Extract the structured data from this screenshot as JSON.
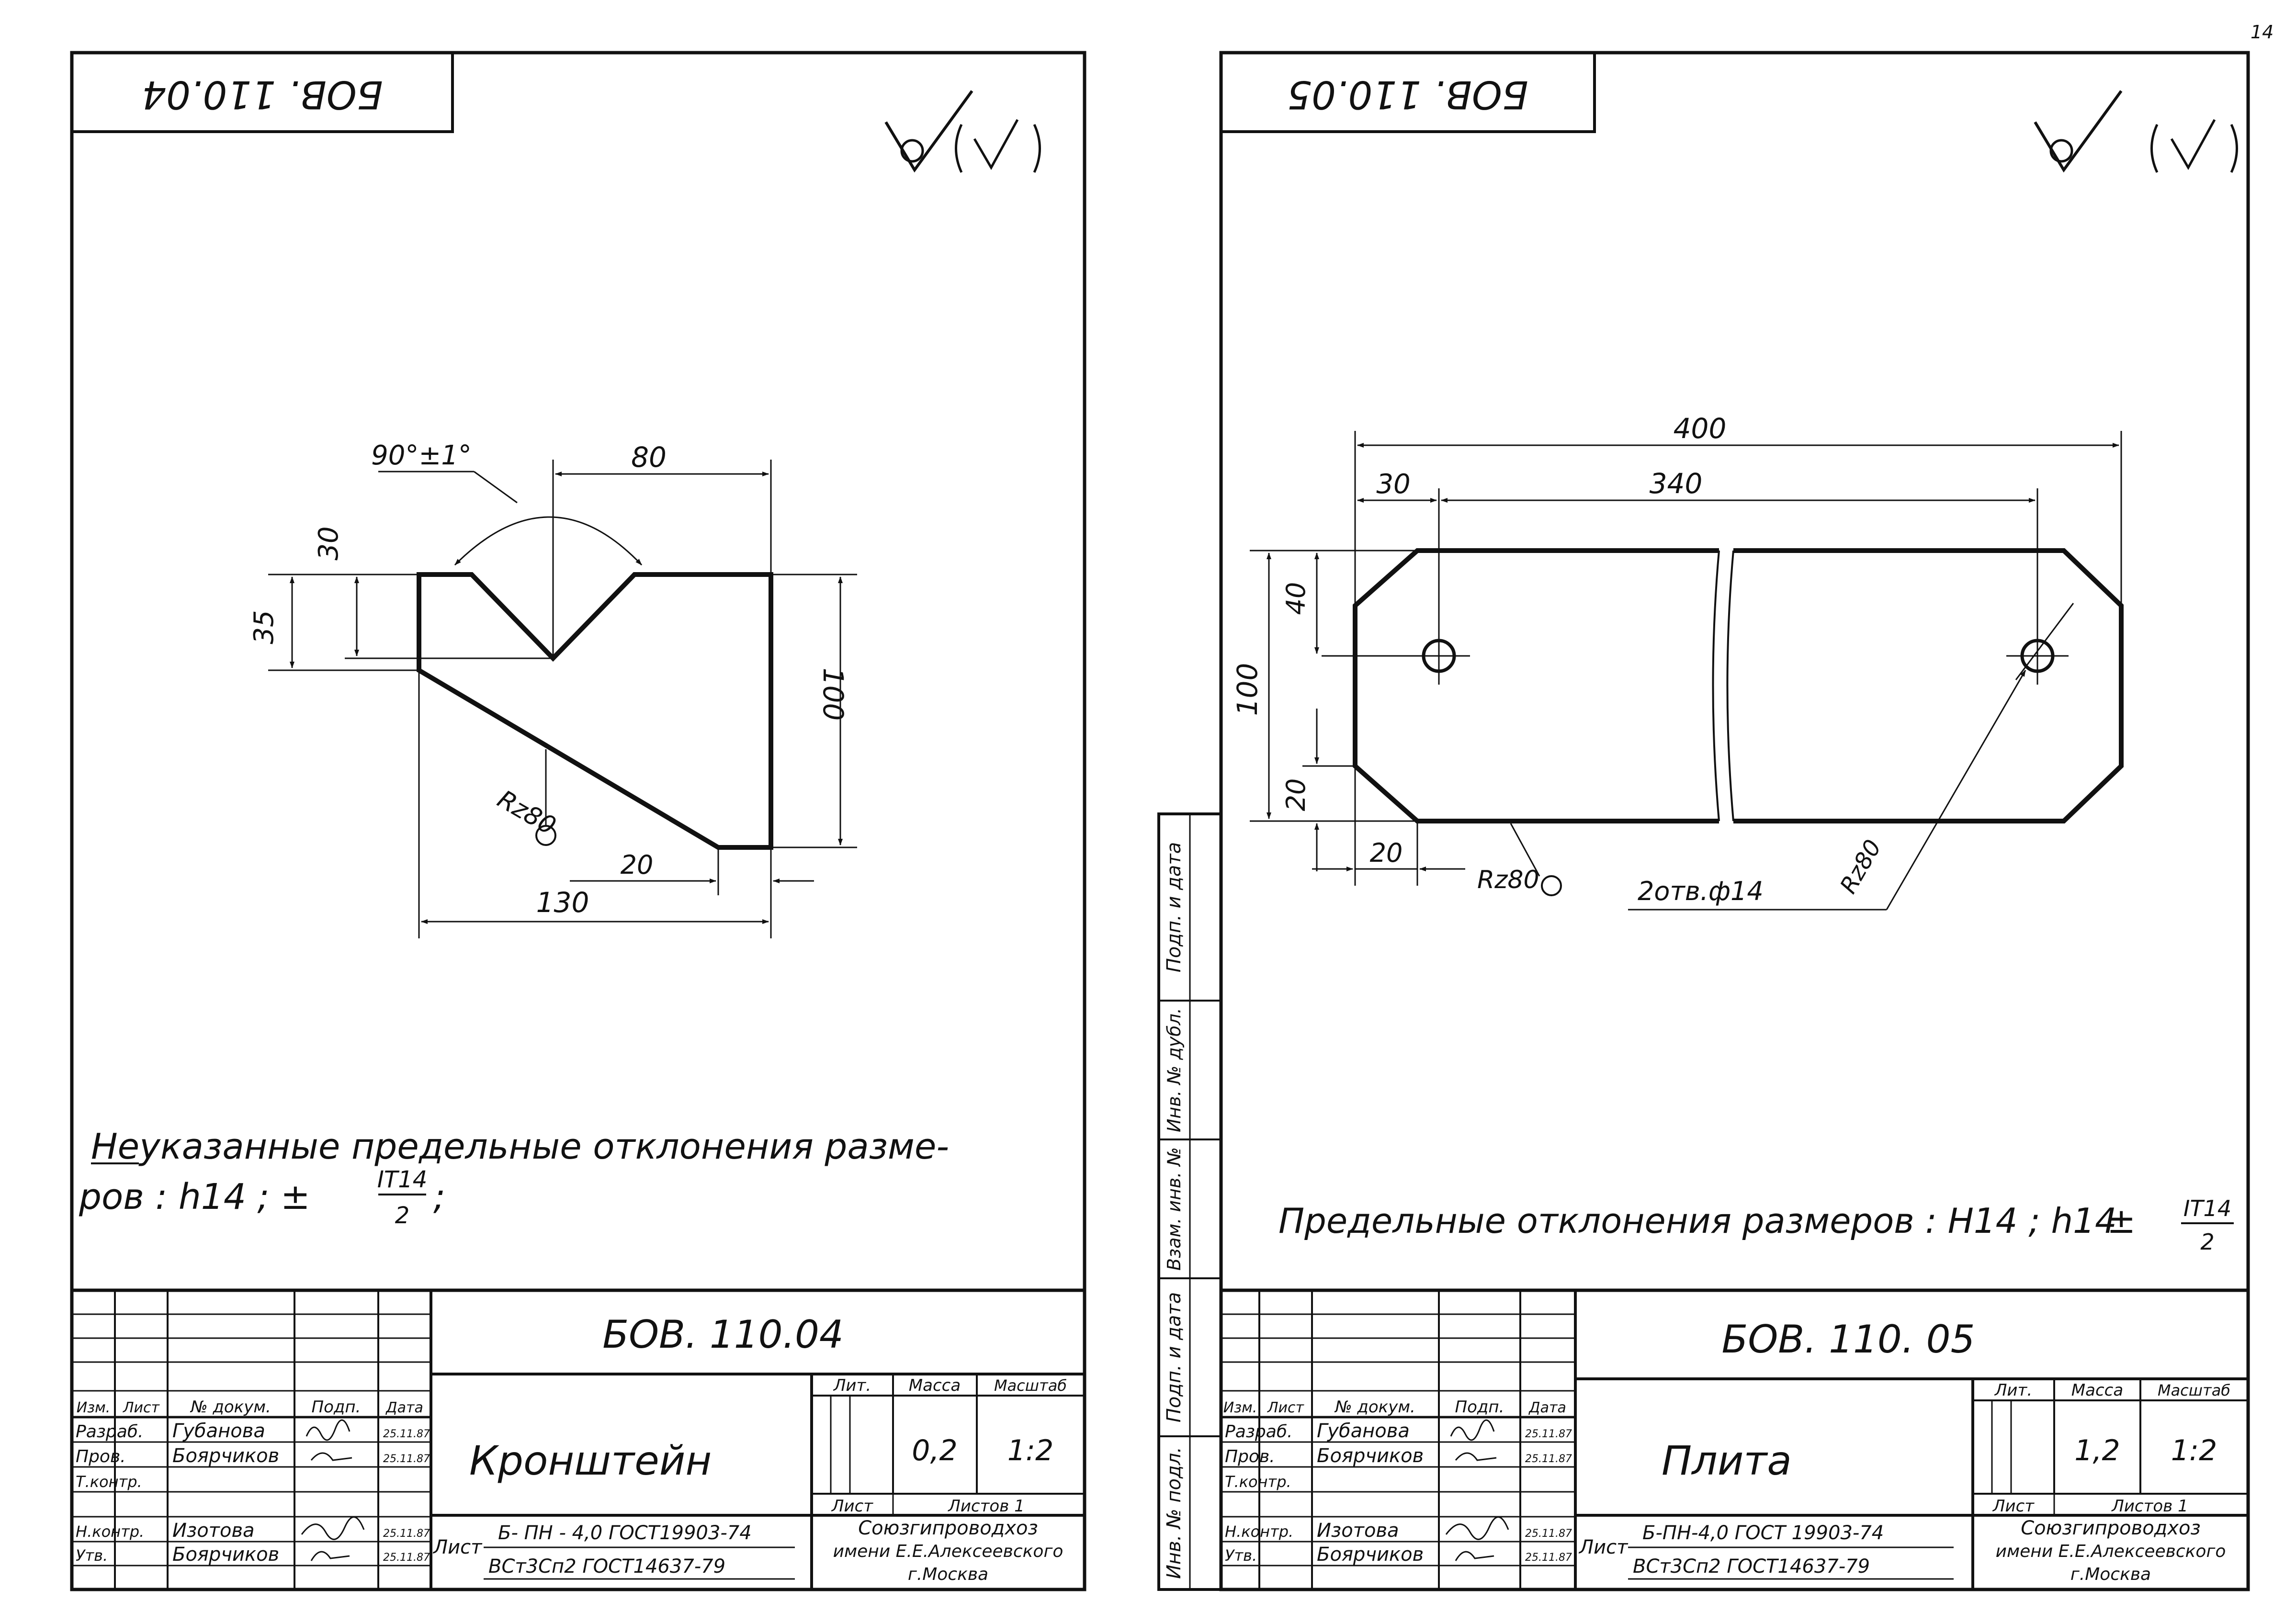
{
  "page_number": "14",
  "left": {
    "stamp_code": "БОВ. 110.04",
    "dims": {
      "angle": "90°±1°",
      "d80": "80",
      "d30": "30",
      "d35": "35",
      "d100": "100",
      "d20": "20",
      "d130": "130"
    },
    "roughness": "Rz80",
    "note_line1": "Неуказанные   предельные   отклонения   разме-",
    "note_line2": "ров :   h14 ;   ±",
    "note_frac_top": "IT14",
    "note_frac_bottom": "2",
    "note_end": ";",
    "title": {
      "designation": "БОВ. 110.04",
      "name": "Кронштейн",
      "mass": "0,2",
      "scale": "1:2",
      "sheet_text": "Листов 1",
      "material_top": "Б- ПН - 4,0 ГОСТ19903-74",
      "material_bottom": "ВСт3Сп2 ГОСТ14637-79",
      "org1": "Союзгипроводхоз",
      "org2": "имени Е.Е.Алексеевского",
      "org3": "г.Москва",
      "rows": [
        {
          "role": "Разраб.",
          "name": "Губанова",
          "date": "25.11.87"
        },
        {
          "role": "Пров.",
          "name": "Боярчиков",
          "date": "25.11.87"
        },
        {
          "role": "Т.контр.",
          "name": "",
          "date": ""
        },
        {
          "role": "Н.контр.",
          "name": "Изотова",
          "date": "25.11.87"
        },
        {
          "role": "Утв.",
          "name": "Боярчиков",
          "date": "25.11.87"
        }
      ]
    }
  },
  "right": {
    "stamp_code": "БОВ. 110.05",
    "dims": {
      "d400": "400",
      "d30": "30",
      "d340": "340",
      "d40": "40",
      "d100": "100",
      "d20v": "20",
      "d20h": "20"
    },
    "roughness1": "Rz80",
    "roughness2": "Rz80",
    "holes": "2отв.ф14",
    "note_text": "Предельные   отклонения   размеров :  H14 ; h14",
    "note_pm": "±",
    "note_frac_top": "IT14",
    "note_frac_bottom": "2",
    "title": {
      "designation": "БОВ. 110. 05",
      "name": "Плита",
      "mass": "1,2",
      "scale": "1:2",
      "sheet_text": "Листов 1",
      "material_top": "Б-ПН-4,0 ГОСТ 19903-74",
      "material_bottom": "ВСт3Сп2 ГОСТ14637-79",
      "org1": "Союзгипроводхоз",
      "org2": "имени Е.Е.Алексеевского",
      "org3": "г.Москва",
      "rows": [
        {
          "role": "Разраб.",
          "name": "Губанова",
          "date": "25.11.87"
        },
        {
          "role": "Пров.",
          "name": "Боярчиков",
          "date": "25.11.87"
        },
        {
          "role": "Т.контр.",
          "name": "",
          "date": ""
        },
        {
          "role": "Н.контр.",
          "name": "Изотова",
          "date": "25.11.87"
        },
        {
          "role": "Утв.",
          "name": "Боярчиков",
          "date": "25.11.87"
        }
      ]
    },
    "side_stamp": [
      "Подп. и дата",
      "Инв. № дубл.",
      "Взам. инв. №",
      "Подп. и дата",
      "Инв. № подл."
    ]
  },
  "headers": {
    "izm": "Изм.",
    "list": "Лист",
    "doc": "№ докум.",
    "sign": "Подп.",
    "date": "Дата",
    "lit": "Лит.",
    "mass": "Масса",
    "scale": "Масштаб",
    "sheet": "Лист"
  }
}
